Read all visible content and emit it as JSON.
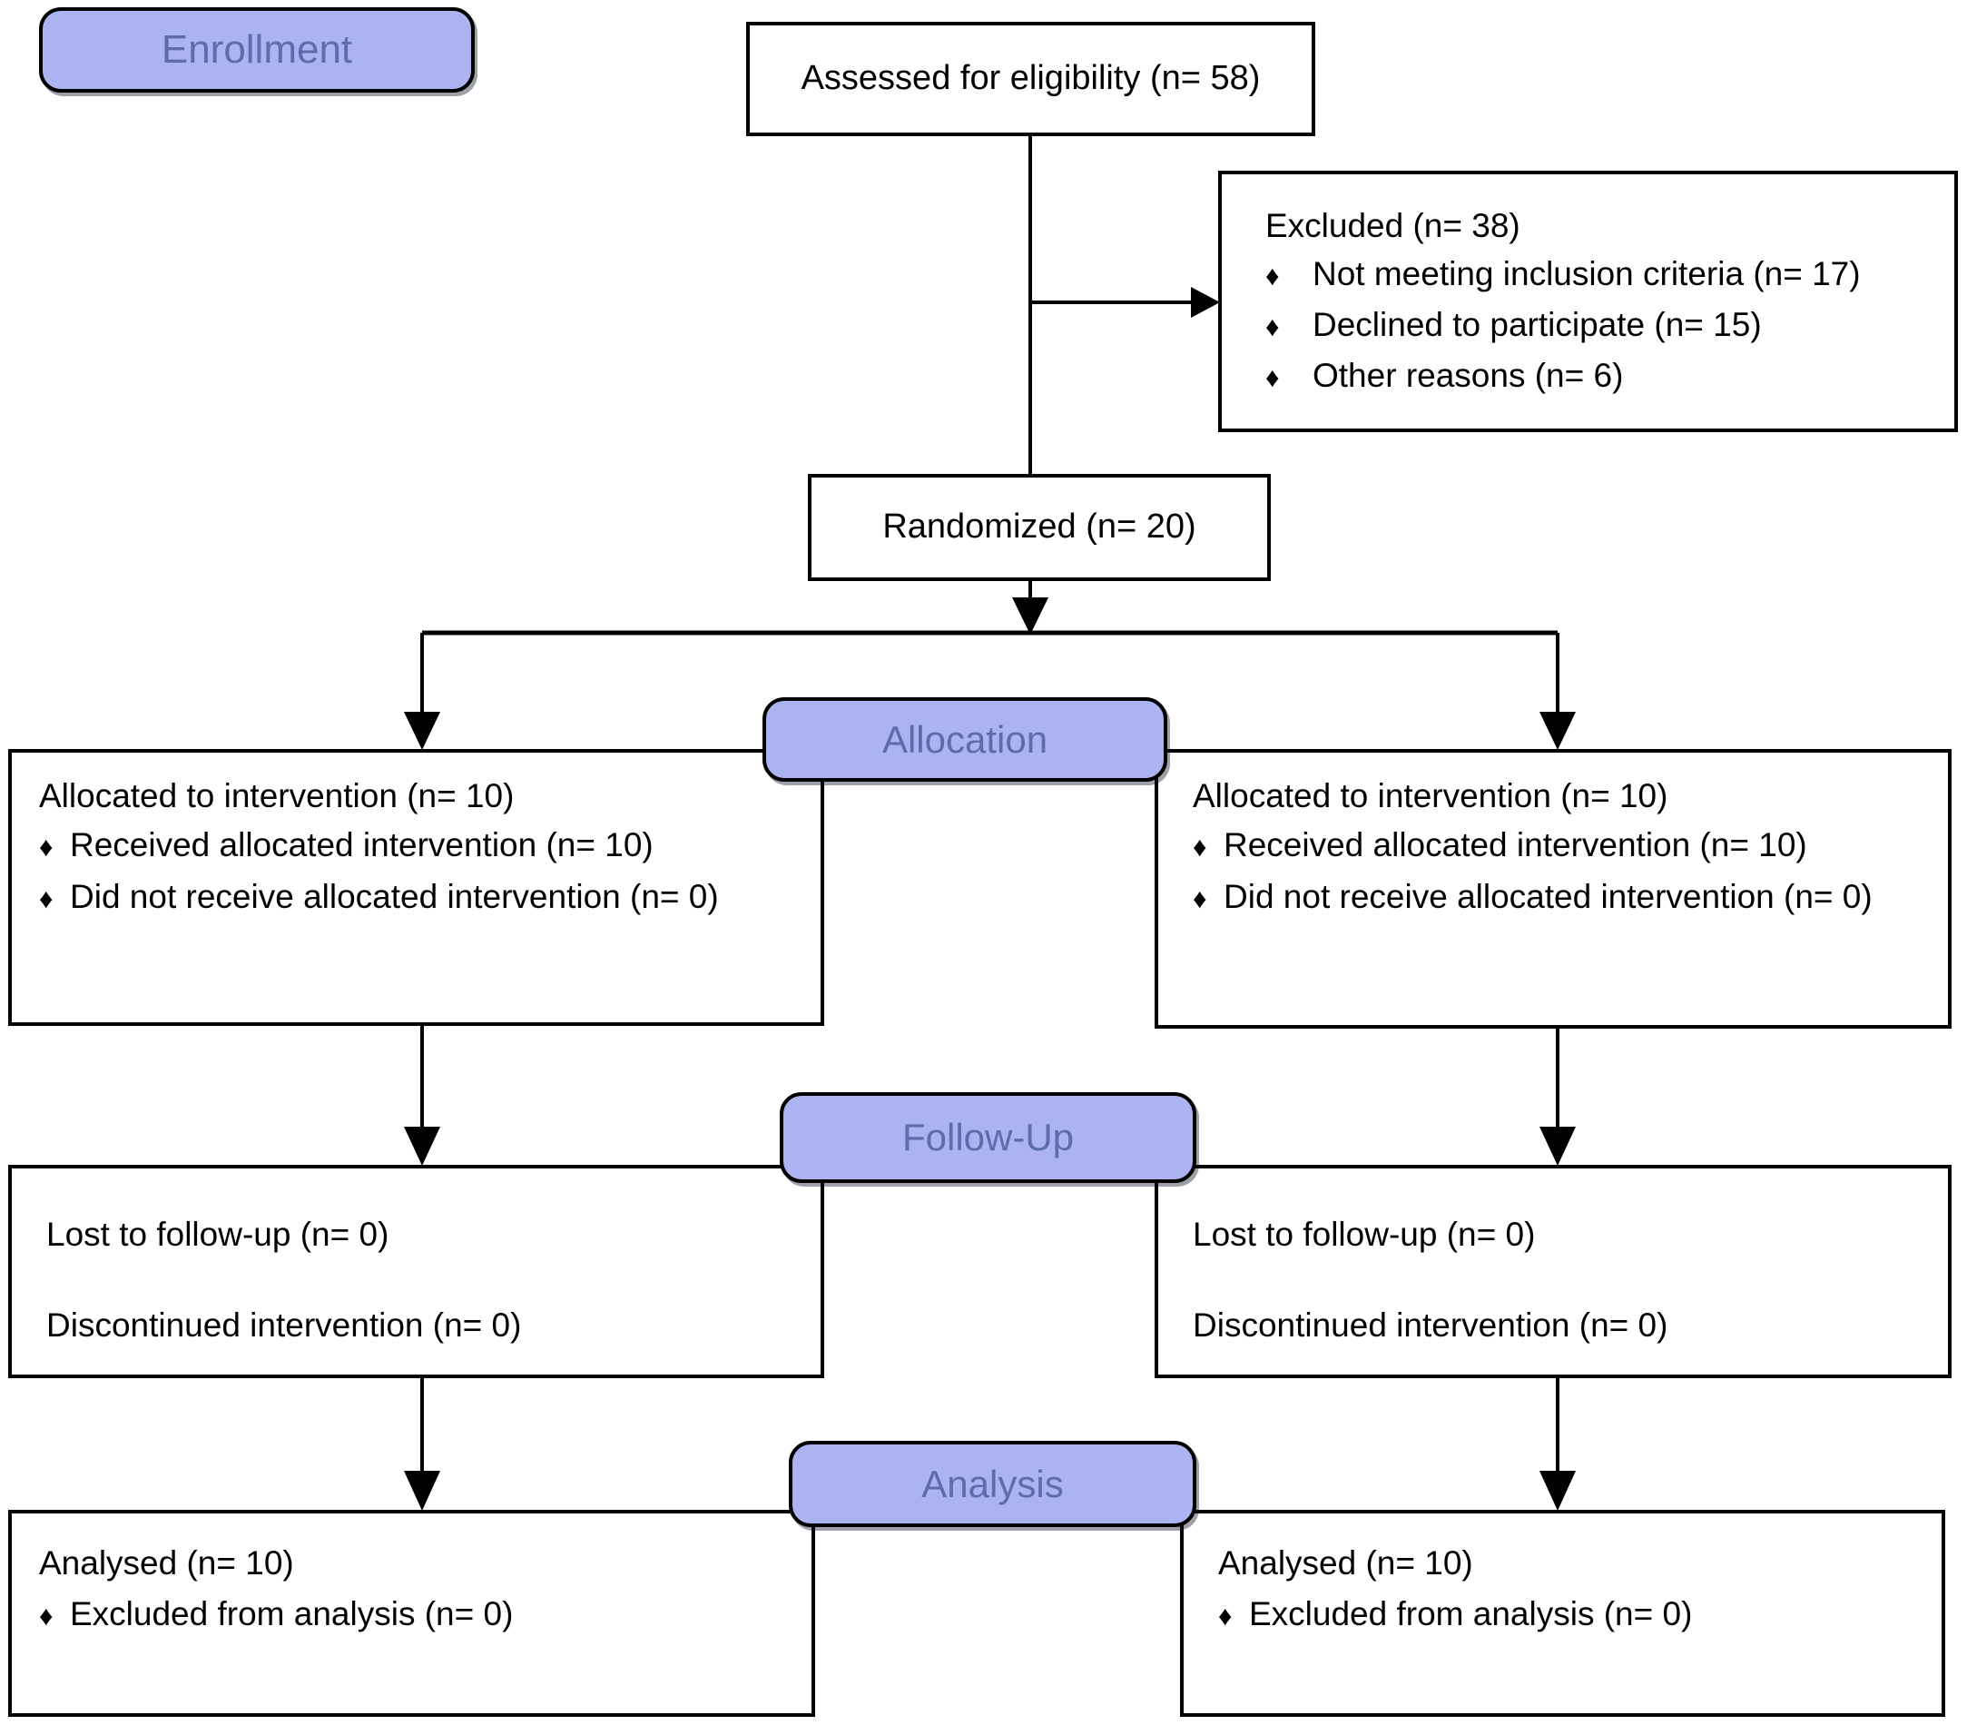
{
  "figure": {
    "kind": "CONSORT participant flow diagram"
  },
  "colors": {
    "stage_fill": "#abb4f0",
    "stage_text": "#5d6cab",
    "box_border": "#000000",
    "box_bg": "#ffffff",
    "line": "#000000"
  },
  "glyphs": {
    "bullet": "♦"
  },
  "stages": {
    "enrollment": "Enrollment",
    "allocation": "Allocation",
    "followup": "Follow-Up",
    "analysis": "Analysis"
  },
  "boxes": {
    "assessed": {
      "text": "Assessed for eligibility (n= 58)"
    },
    "excluded": {
      "title": "Excluded  (n=  38)",
      "items": [
        "Not meeting inclusion criteria (n= 17)",
        "Declined to participate (n= 15)",
        "Other reasons (n= 6)"
      ]
    },
    "randomized": {
      "text": "Randomized (n= 20)"
    },
    "allocation_left": {
      "title": "Allocated to intervention (n= 10)",
      "items": [
        "Received allocated intervention (n= 10)",
        "Did not receive allocated intervention (n= 0)"
      ]
    },
    "allocation_right": {
      "title": "Allocated to intervention (n= 10)",
      "items": [
        "Received allocated intervention (n= 10)",
        "Did not receive allocated intervention (n= 0)"
      ]
    },
    "followup_left": {
      "lines": [
        "Lost to follow-up (n= 0)",
        "Discontinued intervention (n= 0)"
      ]
    },
    "followup_right": {
      "lines": [
        "Lost to follow-up (n= 0)",
        "Discontinued intervention (n= 0)"
      ]
    },
    "analysis_left": {
      "title": "Analysed  (n= 10)",
      "items": [
        "Excluded from analysis (n= 0)"
      ]
    },
    "analysis_right": {
      "title": "Analysed  (n= 10)",
      "items": [
        "Excluded from analysis (n= 0)"
      ]
    }
  }
}
